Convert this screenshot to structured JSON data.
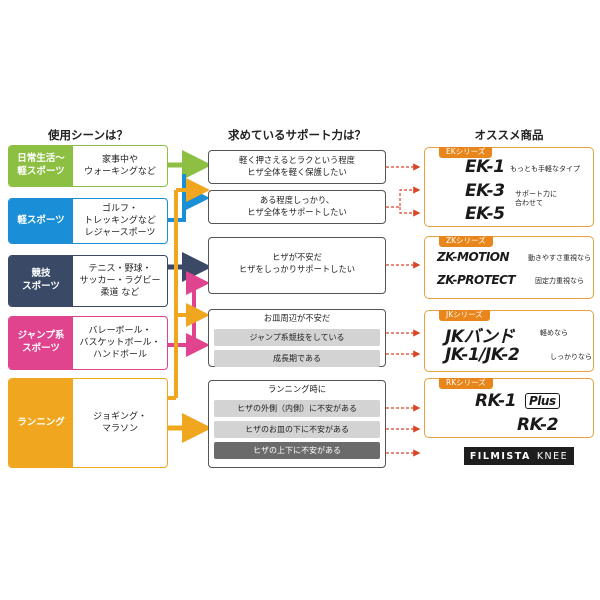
{
  "headers": {
    "scene": "使用シーンは？",
    "support": "求めているサポート力は？",
    "product": "オススメ商品"
  },
  "colors": {
    "green": "#8dbf42",
    "blue": "#1b8ed8",
    "navy": "#3a4a66",
    "pink": "#e0448e",
    "orange": "#f0a61e",
    "gold": "#e8a13c"
  },
  "scenes": [
    {
      "tag": "日常生活〜\n軽スポーツ",
      "activity": "家事中や\nウォーキングなど"
    },
    {
      "tag": "軽スポーツ",
      "activity": "ゴルフ・\nトレッキングなど\nレジャースポーツ"
    },
    {
      "tag": "競技\nスポーツ",
      "activity": "テニス・野球・\nサッカー・ラグビー\n柔道 など"
    },
    {
      "tag": "ジャンプ系\nスポーツ",
      "activity": "バレーボール・\nバスケットボール・\nハンドボール"
    },
    {
      "tag": "ランニング",
      "activity": "ジョギング・\nマラソン"
    }
  ],
  "needs": [
    {
      "text": "軽く押さえるとラクという程度\nヒザ全体を軽く保護したい"
    },
    {
      "text": "ある程度しっかり、\nヒザ全体をサポートしたい"
    },
    {
      "text": "ヒザが不安だ\nヒザをしっかりサポートしたい"
    },
    {
      "text": "お皿周辺が不安だ",
      "subs": [
        "ジャンプ系競技をしている",
        "成長期である"
      ]
    },
    {
      "text": "ランニング時に",
      "subs": [
        "ヒザの外側（内側）に不安がある",
        "ヒザのお皿の下に不安がある",
        "ヒザの上下に不安がある"
      ]
    }
  ],
  "products": {
    "ek": {
      "badge": "EKシリーズ",
      "ek1": "EK-1",
      "ek1_note": "もっとも手軽なタイプ",
      "ek3": "EK-3",
      "ek5": "EK-5",
      "ek35_note": "サポート力に\n合わせて"
    },
    "zk": {
      "badge": "ZKシリーズ",
      "motion": "ZK-MOTION",
      "motion_note": "動きやすさ重視なら",
      "protect": "ZK-PROTECT",
      "protect_note": "固定力重視なら"
    },
    "jk": {
      "badge": "JKシリーズ",
      "band": "JKバンド",
      "band_note": "軽めなら",
      "jk12": "JK-1/JK-2",
      "jk12_note": "しっかりなら"
    },
    "rk": {
      "badge": "RKシリーズ",
      "rk1": "RK-1",
      "rk1_plus": "Plus",
      "rk2": "RK-2"
    },
    "filmista": {
      "brand": "FILMISTA",
      "suffix": "KNEE"
    }
  }
}
